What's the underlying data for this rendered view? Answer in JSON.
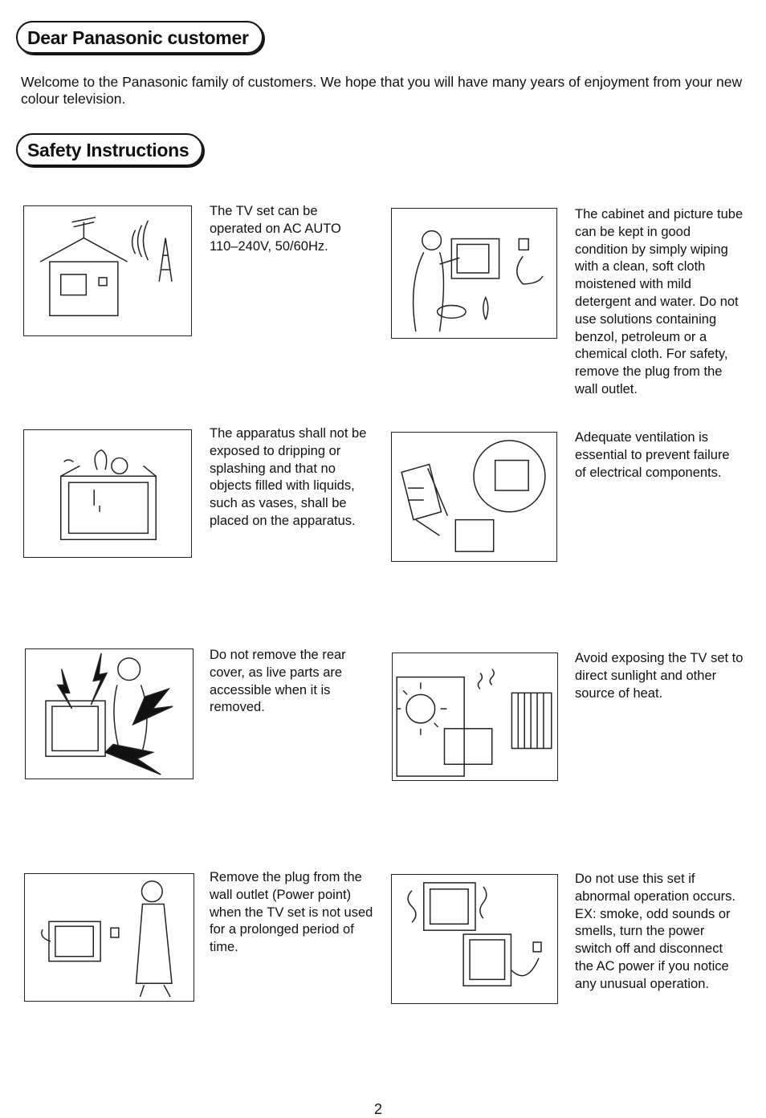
{
  "greeting": {
    "title": "Dear Panasonic customer",
    "body": "Welcome to the Panasonic family of customers. We hope that you will have many years of enjoyment from your new colour television."
  },
  "safety": {
    "title": "Safety Instructions",
    "items": [
      {
        "illustration": "antenna-house-icon",
        "text": "The TV set can be operated on AC AUTO 110–240V, 50/60Hz."
      },
      {
        "illustration": "cleaning-tv-icon",
        "text": "The cabinet and picture tube can be kept in good condition by simply wiping with a clean, soft cloth moistened with mild detergent and water. Do not use solutions containing benzol, petroleum or a chemical cloth. For safety, remove the plug from the wall outlet."
      },
      {
        "illustration": "vase-on-tv-icon",
        "text": "The apparatus shall not be exposed to dripping or splashing and that no objects filled with liquids, such as vases, shall be placed on the apparatus."
      },
      {
        "illustration": "ventilation-icon",
        "text": "Adequate ventilation is essential to prevent failure of electrical components."
      },
      {
        "illustration": "electric-shock-icon",
        "text": "Do not remove the rear cover, as live parts are accessible when it is removed."
      },
      {
        "illustration": "sunlight-heater-icon",
        "text": "Avoid exposing the TV set to direct sunlight and other source of heat."
      },
      {
        "illustration": "unplug-icon",
        "text": "Remove the plug from the wall outlet (Power point) when the TV set is not used for a prolonged period of time."
      },
      {
        "illustration": "abnormal-operation-icon",
        "text": "Do not use this set if abnormal operation occurs.\nEX: smoke, odd sounds or smells, turn the power switch off and disconnect the AC power if you notice any unusual operation."
      }
    ]
  },
  "page_number": "2"
}
